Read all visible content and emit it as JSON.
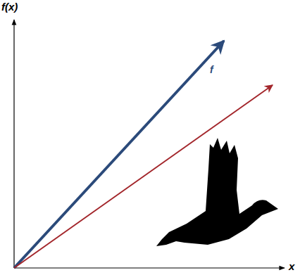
{
  "diagram": {
    "labels": [
      "f(x)",
      "x",
      "f"
    ]
  }
}
